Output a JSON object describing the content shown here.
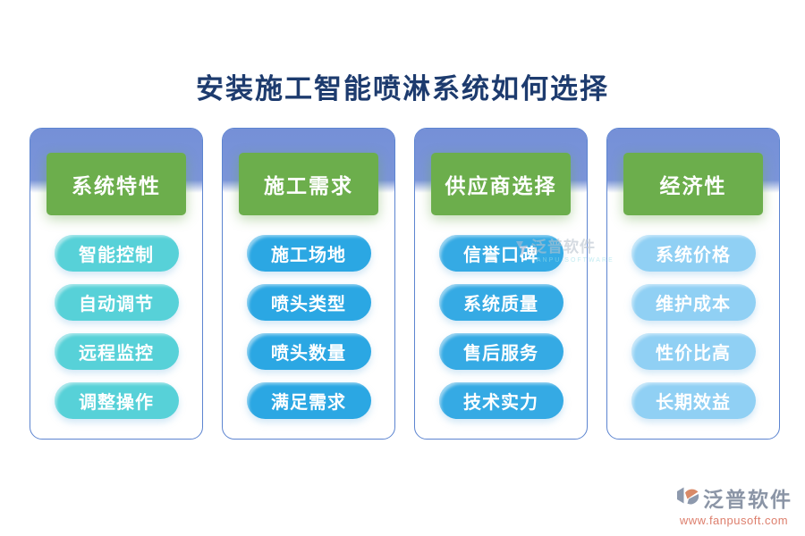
{
  "title": "安装施工智能喷淋系统如何选择",
  "columns": [
    {
      "header": "系统特性",
      "pill_color": "#57D1D8",
      "items": [
        "智能控制",
        "自动调节",
        "远程监控",
        "调整操作"
      ]
    },
    {
      "header": "施工需求",
      "pill_color": "#2BA7E3",
      "items": [
        "施工场地",
        "喷头类型",
        "喷头数量",
        "满足需求"
      ]
    },
    {
      "header": "供应商选择",
      "pill_color": "#35AAE4",
      "items": [
        "信誉口碑",
        "系统质量",
        "售后服务",
        "技术实力"
      ]
    },
    {
      "header": "经济性",
      "pill_color": "#90D0F4",
      "items": [
        "系统价格",
        "维护成本",
        "性价比高",
        "长期效益"
      ]
    }
  ],
  "colors": {
    "title_text": "#1d3b6e",
    "card_border": "#5c84d0",
    "band_blue_top": "#7590d7",
    "band_blue_bottom": "#7b95d9",
    "header_green": "#6CAE4C",
    "pill_text": "#ffffff",
    "footer_brand_text": "#8b95a6",
    "footer_url_text": "#dd7f6d",
    "logo_orange": "#d98a68",
    "logo_gray": "#8d99ad"
  },
  "watermark": {
    "text": "泛普软件",
    "subtext": "FANPU SOFTWARE"
  },
  "footer": {
    "brand": "泛普软件",
    "url": "www.fanpusoft.com"
  }
}
